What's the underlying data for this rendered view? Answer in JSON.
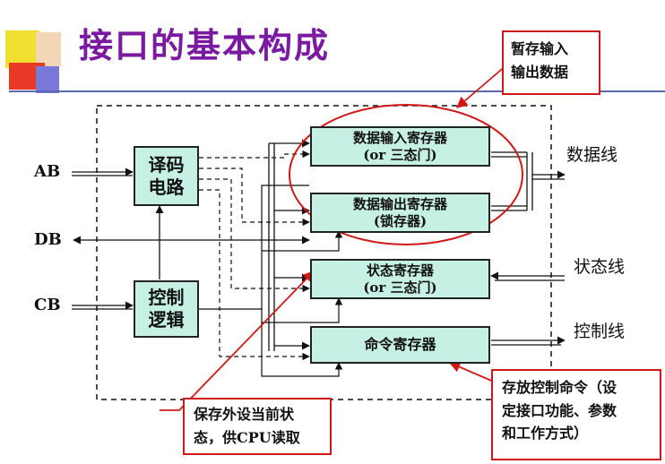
{
  "title": "接口的基本构成",
  "left_labels": {
    "ab": "AB",
    "db": "DB",
    "cb": "CB"
  },
  "blocks": {
    "decoder": [
      "译码",
      "电路"
    ],
    "control": [
      "控制",
      "逻辑"
    ]
  },
  "registers": [
    {
      "line1": "数据输入寄存器",
      "line2": "(or 三态门)"
    },
    {
      "line1": "数据输出寄存器",
      "line2": "(锁存器)"
    },
    {
      "line1": "状态寄存器",
      "line2": "(or 三态门)"
    },
    {
      "line1": "命令寄存器",
      "line2": ""
    }
  ],
  "right_labels": {
    "data": "数据线",
    "status": "状态线",
    "control": "控制线"
  },
  "callouts": {
    "temp_io": [
      "暂存输入",
      "输出数据"
    ],
    "status_note": [
      "保存外设当前状",
      "态，供CPU读取"
    ],
    "command_note": [
      "存放控制命令（设",
      "定接口功能、参数",
      "和工作方式）"
    ]
  },
  "colors": {
    "title": "#7a1aa0",
    "box_fill": "#c6f0e3",
    "callout": "#d01818"
  }
}
